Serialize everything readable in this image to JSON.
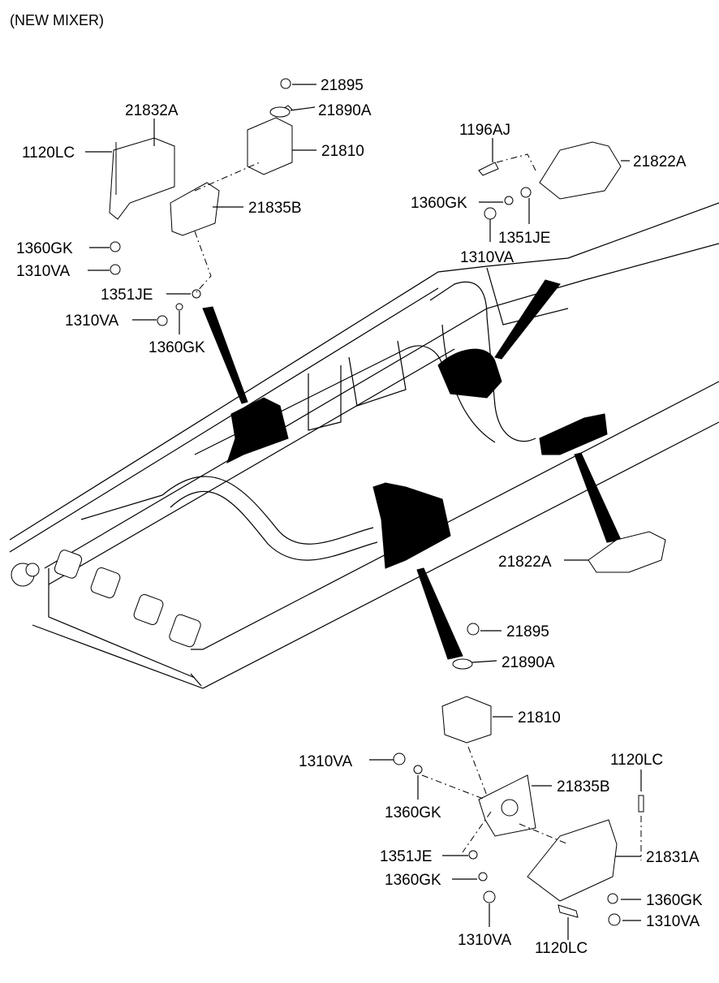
{
  "header": "(NEW MIXER)",
  "labels": {
    "p21895_top": "21895",
    "p21890A_top": "21890A",
    "p21832A": "21832A",
    "p21810_top": "21810",
    "p1120LC_top": "1120LC",
    "p21835B_top": "21835B",
    "p1360GK_tl": "1360GK",
    "p1310VA_tl": "1310VA",
    "p1351JE_top": "1351JE",
    "p1310VA_tl2": "1310VA",
    "p1360GK_tl2": "1360GK",
    "p1196AJ": "1196AJ",
    "p21822A_top": "21822A",
    "p1360GK_tr": "1360GK",
    "p1351JE_tr": "1351JE",
    "p1310VA_tr": "1310VA",
    "p21822A_mid": "21822A",
    "p21895_bot": "21895",
    "p21890A_bot": "21890A",
    "p21810_bot": "21810",
    "p1310VA_bl": "1310VA",
    "p1120LC_br": "1120LC",
    "p21835B_bot": "21835B",
    "p1360GK_bl": "1360GK",
    "p1351JE_bot": "1351JE",
    "p21831A": "21831A",
    "p1360GK_bl2": "1360GK",
    "p1360GK_br": "1360GK",
    "p1310VA_br": "1310VA",
    "p1310VA_bot": "1310VA",
    "p1120LC_bot": "1120LC"
  }
}
